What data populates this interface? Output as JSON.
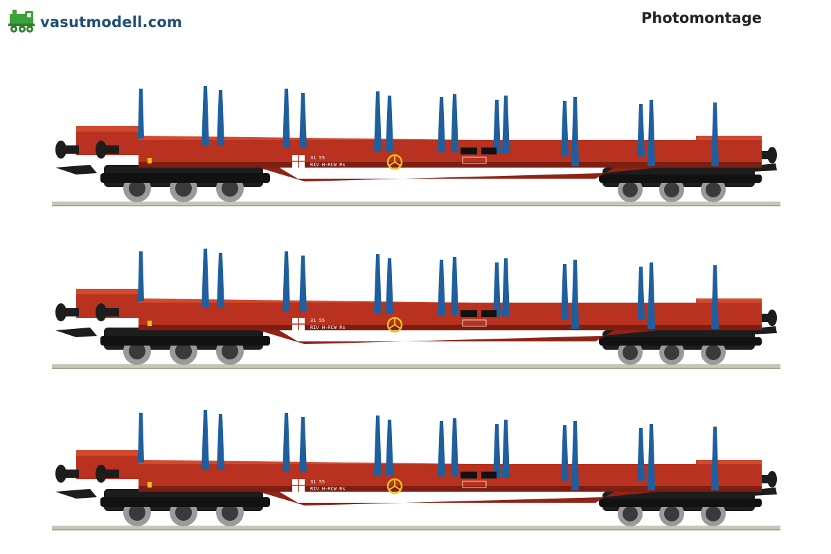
{
  "header": {
    "logo_text": "vasutmodell.com",
    "photo_label": "Photomontage"
  },
  "wagons": [
    {
      "marking_1": "31 55",
      "marking_2": "RIV H-RCW Rs"
    },
    {
      "marking_1": "31 55",
      "marking_2": "RIV H-RCW Rs"
    },
    {
      "marking_1": "31 55",
      "marking_2": "RIV H-RCW Rs"
    }
  ],
  "colors": {
    "wagon_body": "#b8321f",
    "wagon_dark": "#7d1e12",
    "stanchion": "#1f5f9e",
    "bogie": "#1d1d1d",
    "wheel": "#9a9a9a",
    "rail": "#c9c6b8",
    "wheel_mark": "#f2c21a",
    "logo_green": "#3aa33a",
    "logo_text": "#1f4e79"
  },
  "icons": [
    "locomotive-logo-icon"
  ]
}
